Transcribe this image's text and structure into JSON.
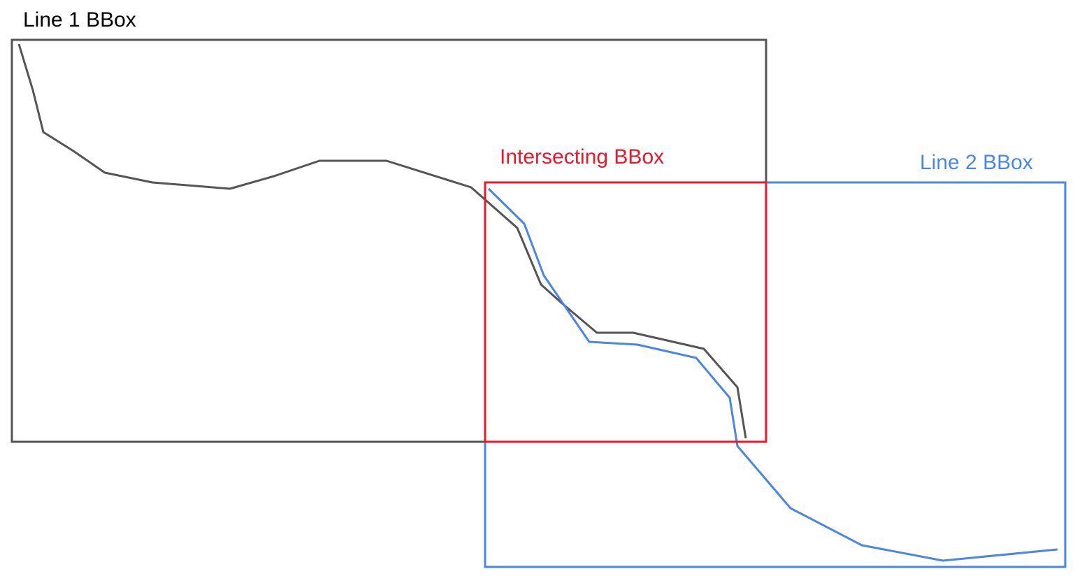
{
  "labels": {
    "line1": "Line 1 BBox",
    "intersecting": "Intersecting BBox",
    "line2": "Line 2 BBox"
  },
  "colors": {
    "line1": "#555555",
    "line2": "#4a86e8",
    "intersecting": "#e8192c",
    "line1_label": "#000000"
  }
}
